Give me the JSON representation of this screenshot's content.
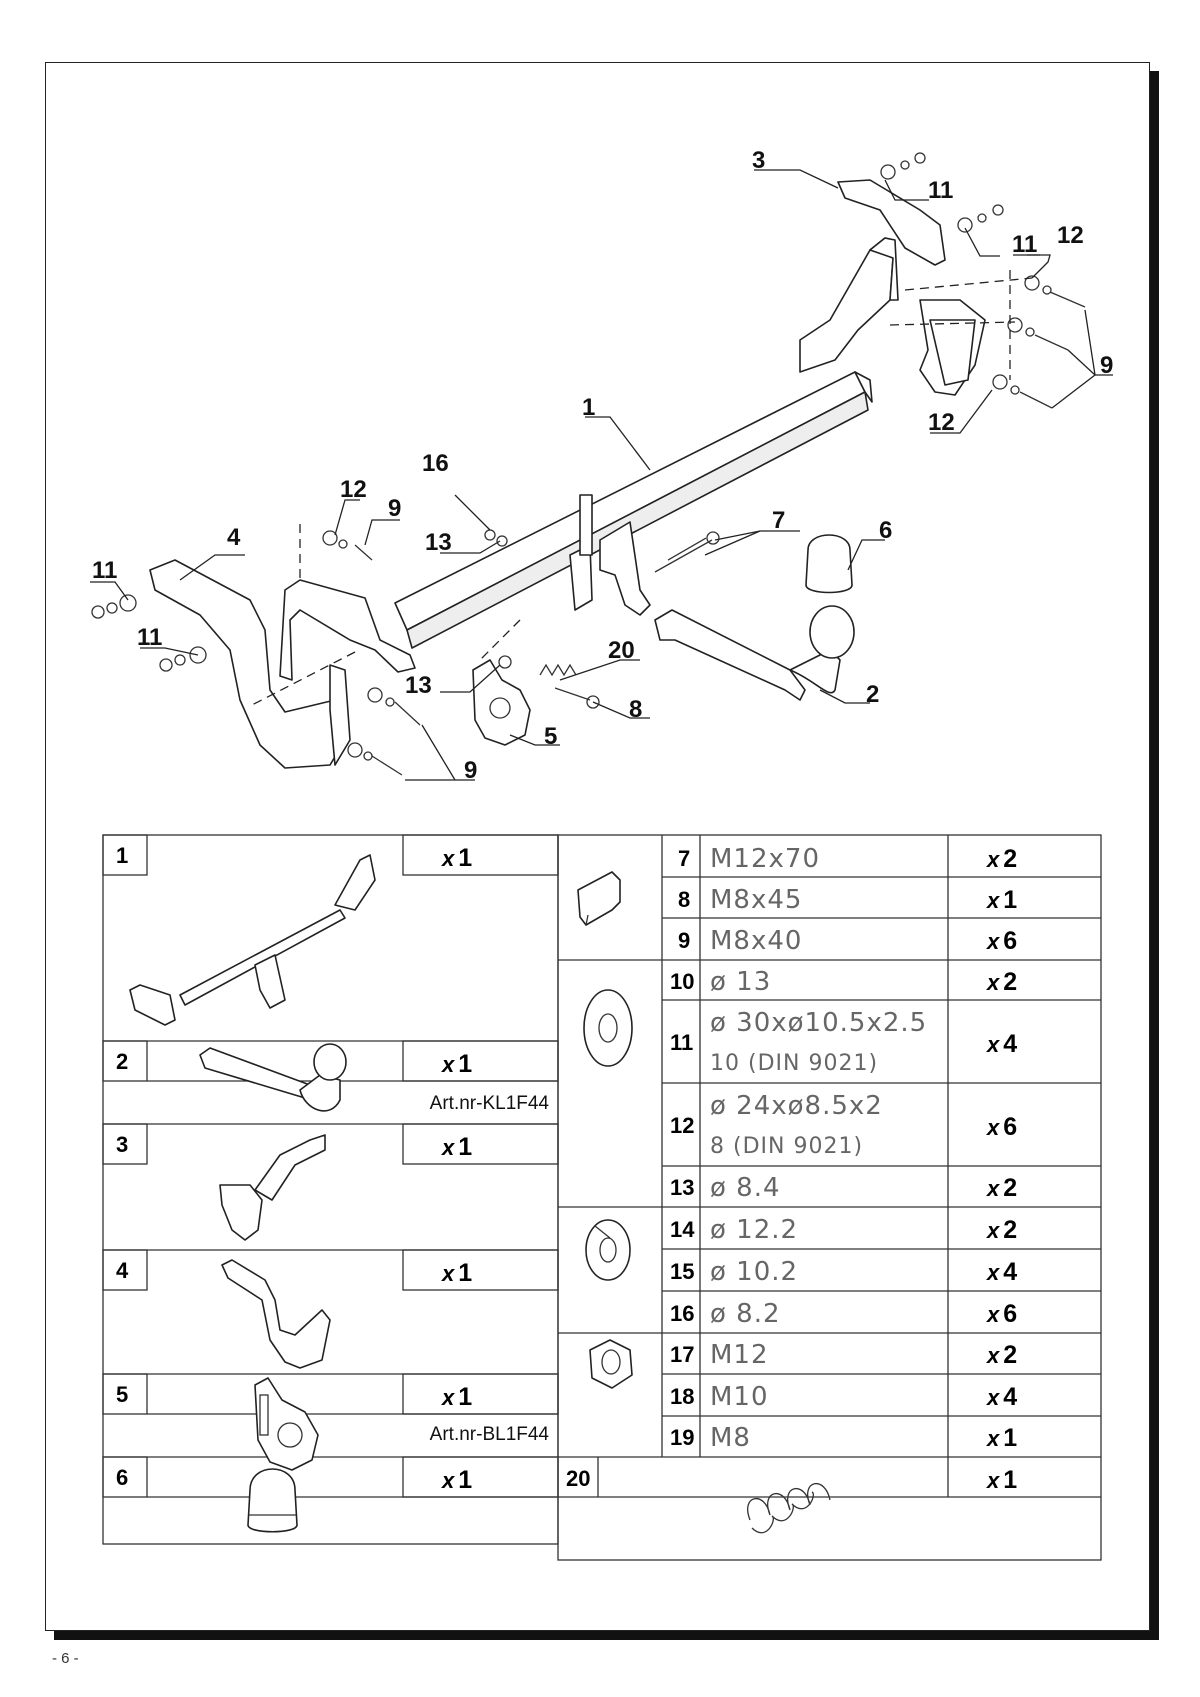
{
  "callouts": {
    "c1": "1",
    "c2": "2",
    "c3": "3",
    "c4": "4",
    "c5": "5",
    "c6": "6",
    "c7": "7",
    "c8": "8",
    "c9a": "9",
    "c9b": "9",
    "c9c": "9",
    "c11a": "11",
    "c11b": "11",
    "c11c": "11",
    "c11d": "11",
    "c12a": "12",
    "c12b": "12",
    "c12c": "12",
    "c13a": "13",
    "c13b": "13",
    "c16": "16",
    "c20": "20"
  },
  "parts_left": [
    {
      "num": "1",
      "mult": "x",
      "qty": "1",
      "art": ""
    },
    {
      "num": "2",
      "mult": "x",
      "qty": "1",
      "art": "Art.nr-KL1F44"
    },
    {
      "num": "3",
      "mult": "x",
      "qty": "1",
      "art": ""
    },
    {
      "num": "4",
      "mult": "x",
      "qty": "1",
      "art": ""
    },
    {
      "num": "5",
      "mult": "x",
      "qty": "1",
      "art": "Art.nr-BL1F44"
    },
    {
      "num": "6",
      "mult": "x",
      "qty": "1",
      "art": ""
    }
  ],
  "parts_right": [
    {
      "num": "7",
      "spec": "M12x70",
      "spec2": "",
      "mult": "x",
      "qty": "2"
    },
    {
      "num": "8",
      "spec": "M8x45",
      "spec2": "",
      "mult": "x",
      "qty": "1"
    },
    {
      "num": "9",
      "spec": "M8x40",
      "spec2": "",
      "mult": "x",
      "qty": "6"
    },
    {
      "num": "10",
      "spec": "ø 13",
      "spec2": "",
      "mult": "x",
      "qty": "2"
    },
    {
      "num": "11",
      "spec": "ø 30xø10.5x2.5",
      "spec2": "10   (DIN  9021)",
      "mult": "x",
      "qty": "4"
    },
    {
      "num": "12",
      "spec": "ø 24xø8.5x2",
      "spec2": "8     (DIN  9021)",
      "mult": "x",
      "qty": "6"
    },
    {
      "num": "13",
      "spec": "ø 8.4",
      "spec2": "",
      "mult": "x",
      "qty": "2"
    },
    {
      "num": "14",
      "spec": "ø 12.2",
      "spec2": "",
      "mult": "x",
      "qty": "2"
    },
    {
      "num": "15",
      "spec": "ø 10.2",
      "spec2": "",
      "mult": "x",
      "qty": "4"
    },
    {
      "num": "16",
      "spec": "ø 8.2",
      "spec2": "",
      "mult": "x",
      "qty": "6"
    },
    {
      "num": "17",
      "spec": "M12",
      "spec2": "",
      "mult": "x",
      "qty": "2"
    },
    {
      "num": "18",
      "spec": "M10",
      "spec2": "",
      "mult": "x",
      "qty": "4"
    },
    {
      "num": "19",
      "spec": "M8",
      "spec2": "",
      "mult": "x",
      "qty": "1"
    },
    {
      "num": "20",
      "spec": "",
      "spec2": "",
      "mult": "x",
      "qty": "1"
    }
  ],
  "footer": {
    "page": "- 6 -"
  }
}
